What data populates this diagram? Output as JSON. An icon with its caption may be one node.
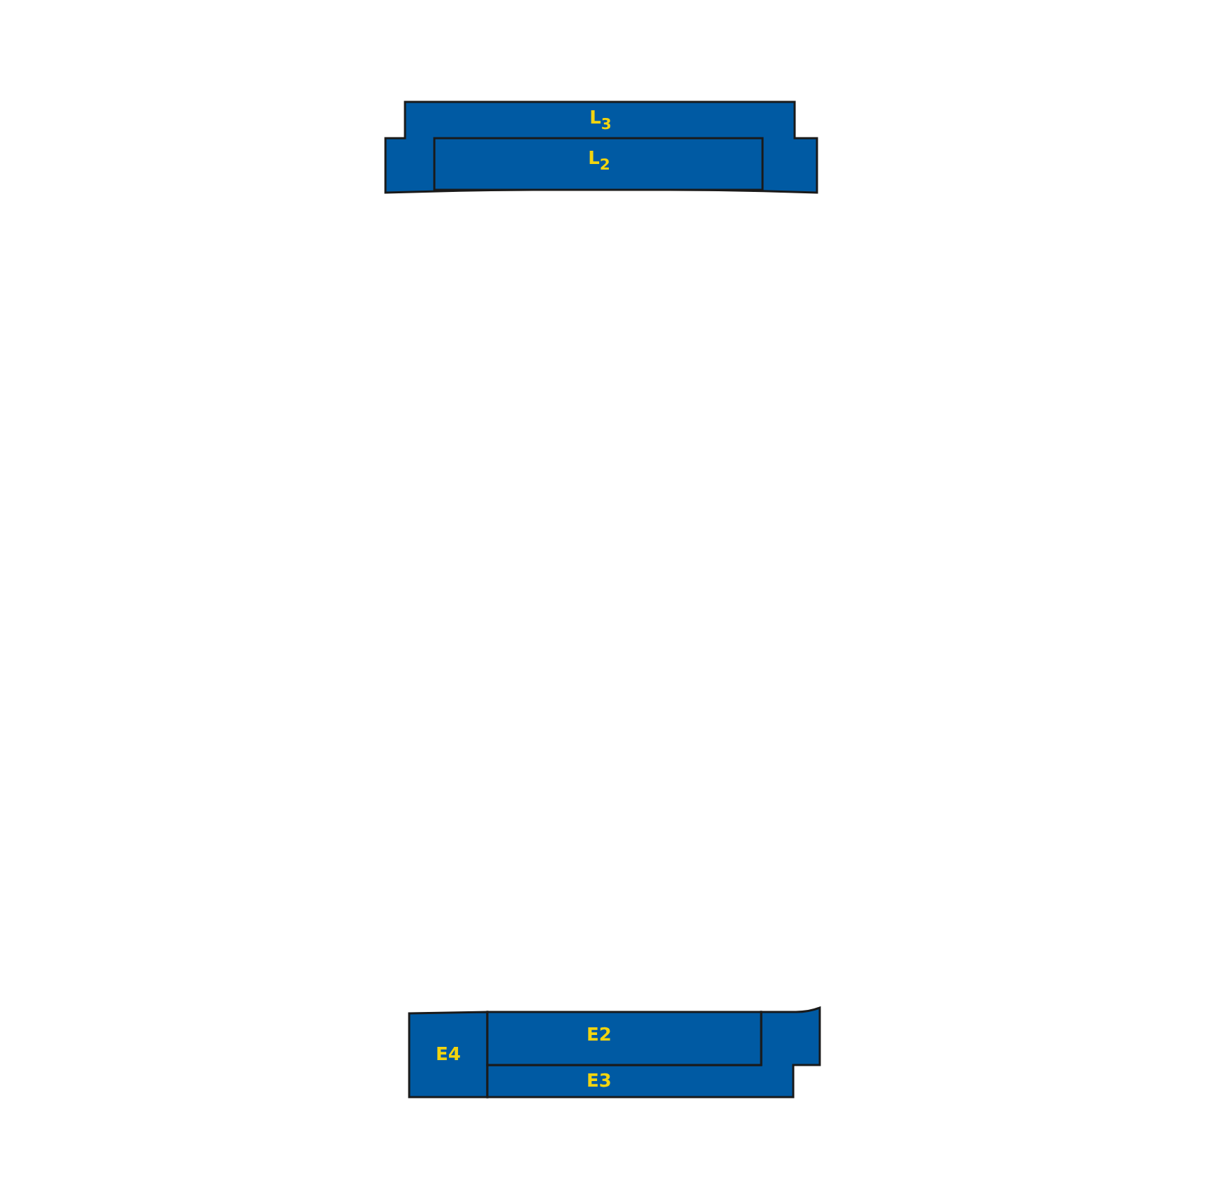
{
  "diagram": {
    "nodes": [
      {
        "text": [
          "L$_{3}$"
        ]
      },
      {
        "text": [
          "L$_{2}$"
        ],
        "in": 0
      },
      {
        "text": [
          "E4"
        ]
      },
      {
        "text": [
          "E3"
        ]
      },
      {
        "text": [
          "E2"
        ]
      }
    ]
  }
}
